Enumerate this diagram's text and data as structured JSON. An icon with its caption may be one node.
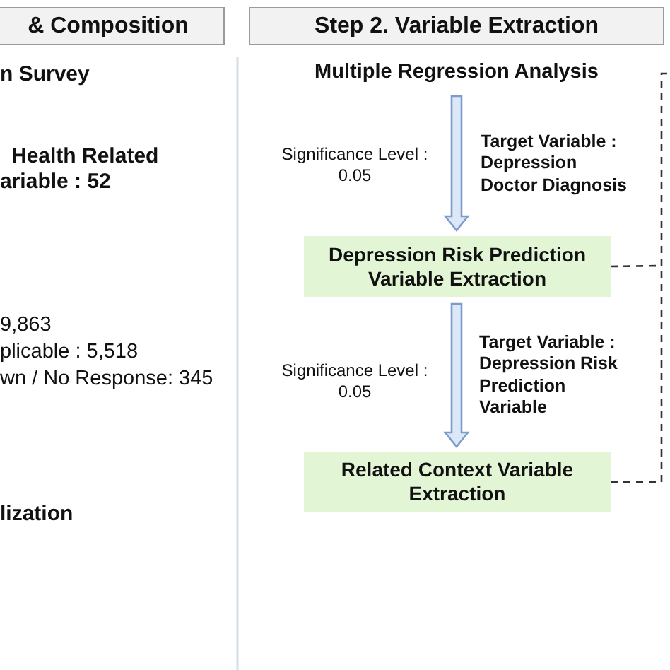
{
  "diagram": {
    "nodes": [
      {
        "text": [
          "& Composition"
        ]
      },
      {
        "text": [
          "Step 2. Variable Extraction"
        ]
      },
      {
        "text": [
          "Multiple Regression Analysis"
        ]
      },
      {
        "text": [
          "Depression Risk Prediction Variable Extraction"
        ]
      },
      {
        "text": [
          "Related Context Variable Extraction"
        ]
      }
    ],
    "edges": [
      {
        "from": 2,
        "to": 3,
        "arrow": "to"
      },
      {
        "from": 3,
        "to": 4,
        "arrow": "to"
      },
      {
        "from": 3,
        "to": null,
        "arrow": "none",
        "style": "dashed"
      },
      {
        "from": 4,
        "to": null,
        "arrow": "none",
        "style": "dashed"
      }
    ],
    "labels": [
      "n Survey",
      "Health Related ariable : 52",
      "9,863",
      "plicable : 5,518",
      "wn / No Response: 345",
      "lization",
      "Significance Level : 0.05",
      "Target Variable : Depression Doctor Diagnosis",
      "Significance Level : 0.05",
      "Target Variable : Depression Risk Prediction Variable"
    ]
  }
}
